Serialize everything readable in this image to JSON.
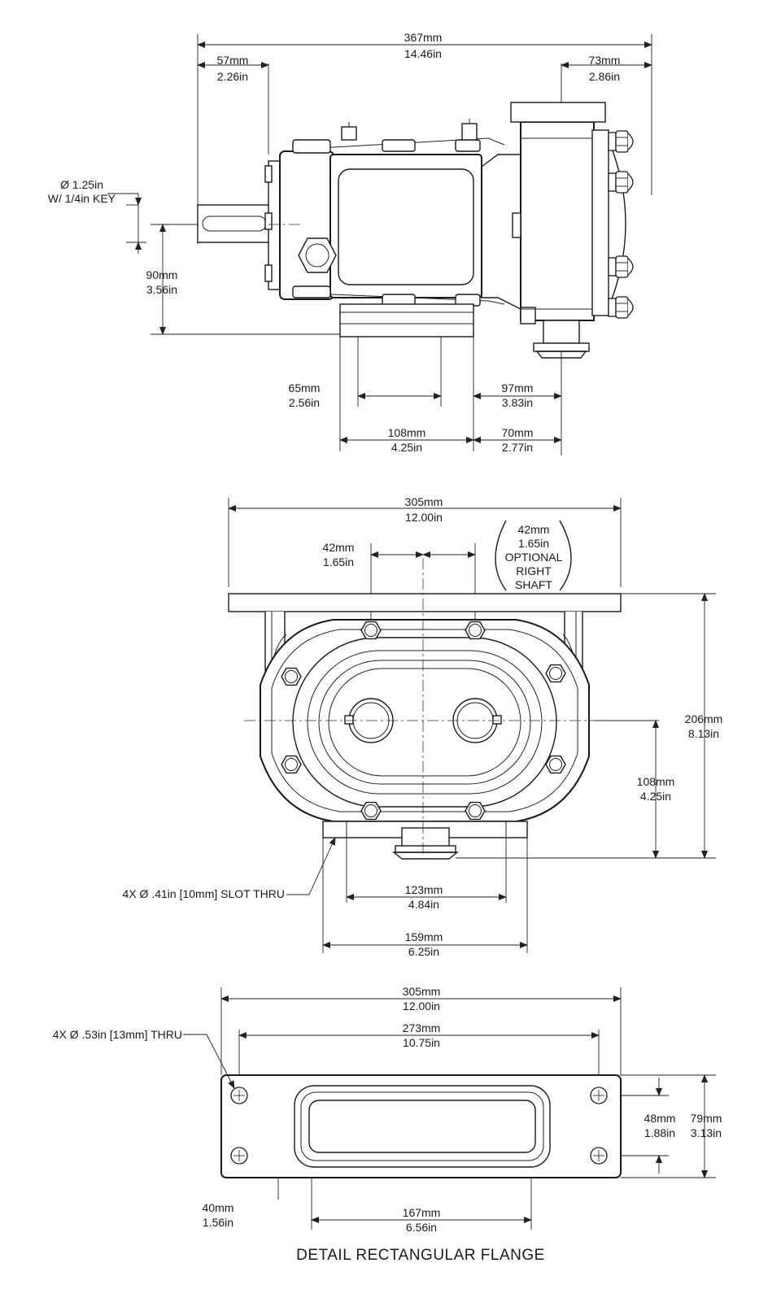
{
  "side_view": {
    "overall_length": {
      "mm": "367mm",
      "in": "14.46in"
    },
    "shaft_extension": {
      "mm": "57mm",
      "in": "2.26in"
    },
    "head_depth": {
      "mm": "73mm",
      "in": "2.86in"
    },
    "shaft_callout": {
      "line1": "Ø 1.25in",
      "line2": "W/ 1/4in KEY"
    },
    "shaft_height": {
      "mm": "90mm",
      "in": "3.56in"
    },
    "foot_a": {
      "mm": "65mm",
      "in": "2.56in"
    },
    "foot_b": {
      "mm": "97mm",
      "in": "3.83in"
    },
    "foot_c": {
      "mm": "108mm",
      "in": "4.25in"
    },
    "foot_d": {
      "mm": "70mm",
      "in": "2.77in"
    }
  },
  "front_view": {
    "flange_width": {
      "mm": "305mm",
      "in": "12.00in"
    },
    "shaft_offset": {
      "mm": "42mm",
      "in": "1.65in"
    },
    "optional_shaft": {
      "mm": "42mm",
      "in": "1.65in",
      "l1": "OPTIONAL",
      "l2": "RIGHT",
      "l3": "SHAFT"
    },
    "overall_height": {
      "mm": "206mm",
      "in": "8.13in"
    },
    "port_height": {
      "mm": "108mm",
      "in": "4.25in"
    },
    "slot_callout": "4X Ø .41in [10mm] SLOT THRU",
    "slot_spacing": {
      "mm": "123mm",
      "in": "4.84in"
    },
    "foot_width": {
      "mm": "159mm",
      "in": "6.25in"
    }
  },
  "flange_detail": {
    "width": {
      "mm": "305mm",
      "in": "12.00in"
    },
    "hole_spacing": {
      "mm": "273mm",
      "in": "10.75in"
    },
    "hole_callout": "4X Ø .53in [13mm] THRU",
    "hole_vertical": {
      "mm": "48mm",
      "in": "1.88in"
    },
    "height": {
      "mm": "79mm",
      "in": "3.13in"
    },
    "opening_height": {
      "mm": "40mm",
      "in": "1.56in"
    },
    "opening_width": {
      "mm": "167mm",
      "in": "6.56in"
    },
    "title": "DETAIL RECTANGULAR FLANGE"
  }
}
